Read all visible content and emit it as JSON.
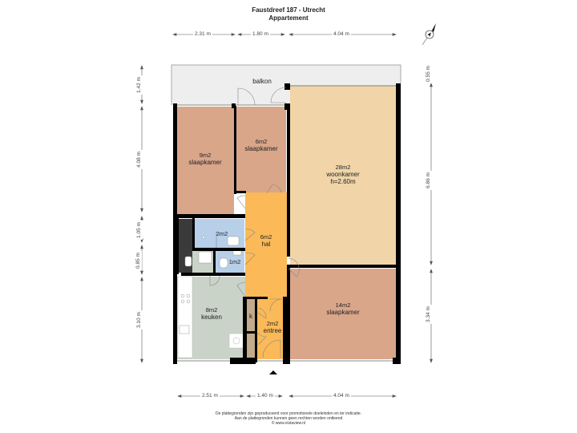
{
  "header": {
    "title": "Faustdreef 187 - Utrecht",
    "subtitle": "Appartement"
  },
  "dimensions": {
    "top": [
      "2.31 m",
      "1.80 m",
      "4.04 m"
    ],
    "bottom": [
      "2.51 m",
      "1.40 m",
      "4.04 m"
    ],
    "left": [
      "1.42 m",
      "4.08 m",
      "1.05 m",
      "0.85 m",
      "3.10 m"
    ],
    "right": [
      "0.55 m",
      "6.86 m",
      "3.34 m"
    ]
  },
  "rooms": [
    {
      "id": "balkon",
      "area": "",
      "name": "balkon",
      "extra": "",
      "color": "#eeeeee"
    },
    {
      "id": "slaapkamer-1",
      "area": "9m2",
      "name": "slaapkamer",
      "extra": "",
      "color": "#d9a68a"
    },
    {
      "id": "slaapkamer-2",
      "area": "6m2",
      "name": "slaapkamer",
      "extra": "",
      "color": "#d9a68a"
    },
    {
      "id": "woonkamer",
      "area": "28m2",
      "name": "woonkamer",
      "extra": "h=2.60m",
      "color": "#f1d5a8"
    },
    {
      "id": "badkamer",
      "area": "2m2",
      "name": "",
      "extra": "",
      "color": "#b7cfe8"
    },
    {
      "id": "toilet",
      "area": "1m2",
      "name": "",
      "extra": "",
      "color": "#b7cfe8"
    },
    {
      "id": "hal",
      "area": "6m2",
      "name": "hal",
      "extra": "",
      "color": "#fbb957"
    },
    {
      "id": "keuken",
      "area": "8m2",
      "name": "keuken",
      "extra": "",
      "color": "#c9d3c7"
    },
    {
      "id": "kast",
      "area": "",
      "name": "k",
      "extra": "",
      "color": "#c2ab8a"
    },
    {
      "id": "entree",
      "area": "2m2",
      "name": "entree",
      "extra": "",
      "color": "#fbb957"
    },
    {
      "id": "slaapkamer-3",
      "area": "14m2",
      "name": "slaapkamer",
      "extra": "",
      "color": "#d9a68a"
    }
  ],
  "colors": {
    "wall": "#000000",
    "bedroom": "#d9a68a",
    "living": "#f1d5a8",
    "hall": "#fbb957",
    "bathroom": "#b7cfe8",
    "kitchen": "#c9d3c7",
    "balcony": "#eeeeee",
    "storage": "#c2ab8a",
    "shaft": "#3a3a3a"
  },
  "compass": {
    "icon": "compass-north-icon"
  },
  "entrance_marker": {
    "icon": "entrance-arrow-icon"
  },
  "footer": {
    "line1": "De plattegronden zijn geproduceerd voor promotionele doeleinden en ter indicatie.",
    "line2": "Aan de plattegronden kunnen geen rechten worden ontleend",
    "line3": "© www.vistaview.nl"
  }
}
